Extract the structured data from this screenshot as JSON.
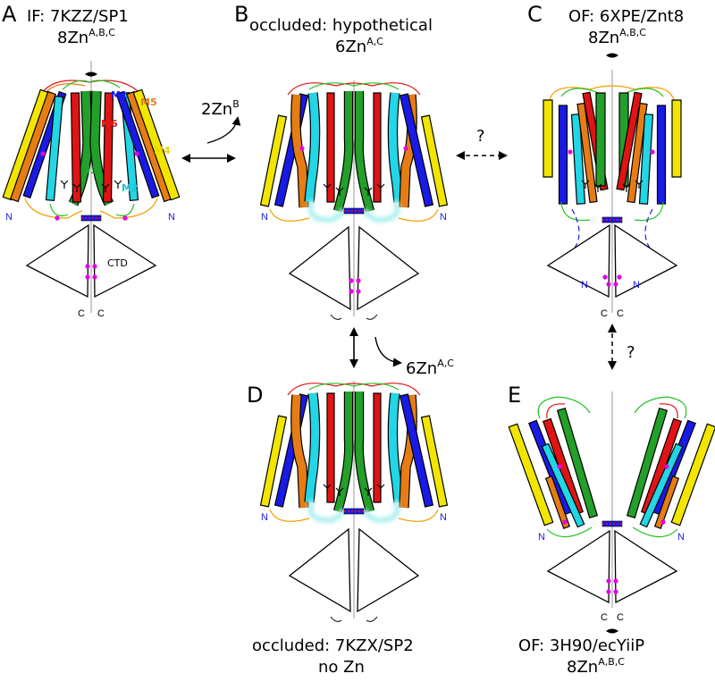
{
  "panels": {
    "A": {
      "letter": "A",
      "title1": "IF: 7KZZ/SP1",
      "title2_main": "8Zn",
      "title2_sup": "A,B,C"
    },
    "B": {
      "letter": "B",
      "title1": "occluded: hypothetical",
      "title2_main": "6Zn",
      "title2_sup": "A,C"
    },
    "C": {
      "letter": "C",
      "title1": "OF: 6XPE/Znt8",
      "title2_main": "8Zn",
      "title2_sup": "A,B,C"
    },
    "D": {
      "letter": "D",
      "title1": "occluded: 7KZX/SP2",
      "title2": "no Zn"
    },
    "E": {
      "letter": "E",
      "title1": "OF: 3H90/ecYiiP",
      "title2_main": "8Zn",
      "title2_sup": "A,B,C"
    }
  },
  "helix_labels": {
    "m1": "M1",
    "m2": "M2",
    "m3": "M3",
    "m4": "M4",
    "m5": "M5",
    "m6": "M6"
  },
  "domain_labels": {
    "ctd": "CTD",
    "n_term": "N",
    "c_term": "C"
  },
  "transitions": {
    "ab_release_main": "2Zn",
    "ab_release_sup": "B",
    "bd_release_main": "6Zn",
    "bd_release_sup": "A,C",
    "question": "?"
  },
  "colors": {
    "m1": "#1a1ae6",
    "m2": "#22d6e6",
    "m3": "#22a02a",
    "m4": "#f2e600",
    "m5": "#e67d14",
    "m6": "#e01414",
    "zinc": "#e600e6",
    "glow": "#b0f0f0",
    "n_loop": "#f0a000",
    "green_loop": "#22c020"
  }
}
